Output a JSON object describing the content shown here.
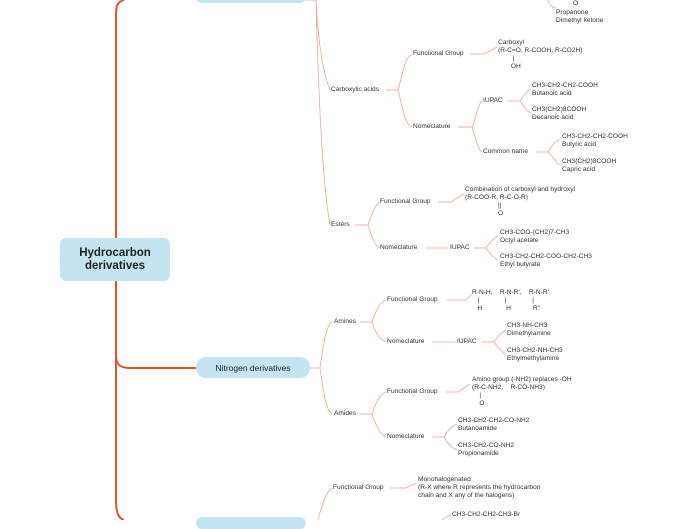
{
  "colors": {
    "root_fill": "#c5e4f2",
    "main_line": "#e8502e",
    "sub_line": "#f2a494",
    "text": "#333333"
  },
  "root": {
    "title": "Hydrocarbon\nderivatives"
  },
  "top_fragment": {
    "tail": "O",
    "name": "Propanone",
    "common": "Dimethyl ketone"
  },
  "carboxylic": {
    "label": "Carboxylic acids",
    "functional_group": {
      "label": "Functional Group",
      "text": "Carboxyl\n(R-C=O, R-COOH, R-CO2H)\n        |\n       OH"
    },
    "nomenclature": {
      "label": "Nomeclature",
      "iupac": {
        "label": "IUPAC",
        "items": [
          "CH3-CH2-CH2-COOH\nButanoic acid",
          "CH3(CH2)8COOH\nDecanoic acid"
        ]
      },
      "common": {
        "label": "Common name",
        "items": [
          "CH3-CH2-CH2-COOH\nButyric acid",
          "CH3(CH2)8COOH\nCapric acid"
        ]
      }
    }
  },
  "esters": {
    "label": "Esters",
    "functional_group": {
      "label": "Functional Group",
      "text": "Combination of carboxyl and hydroxyl\n(R-COO-R, R-C-O-R)\n                  ||\n                  O"
    },
    "nomenclature": {
      "label": "Nomeclature",
      "iupac": {
        "label": "IUPAC",
        "items": [
          "CH3-COO-(CH2)7-CH3\nOctyl acetate",
          "CH3-CH2-CH2-COO-CH2-CH3\nEthyl butyrate"
        ]
      }
    }
  },
  "nitrogen": {
    "label": "Nitrogen derivatives",
    "amines": {
      "label": "Amines",
      "functional_group": {
        "label": "Functional Group",
        "text": "R-N-H,    R-N-R',    R-N-R'\n   |              |              |\n   H             H            R''"
      },
      "nomenclature": {
        "label": "Nomeclature",
        "iupac": {
          "label": "IUPAC",
          "items": [
            "CH3-NH-CH3\nDimethylamine",
            "CH3-CH2-NH-CH3\nEthylmethylamine"
          ]
        }
      }
    },
    "amides": {
      "label": "Amides",
      "functional_group": {
        "label": "Functional Group",
        "text": "Amino group (-NH2) replaces -OH\n(R-C-NH2,    R-CO-NH3)\n    |\n    O"
      },
      "nomenclature": {
        "label": "Nomeclature",
        "items": [
          "CH3-CH2-CH2-CO-NH2\nButanoamide",
          "CH3-CH2-CO-NH2\nPropionamide"
        ]
      }
    }
  },
  "halogen_fragment": {
    "functional_group": {
      "label": "Functional Group",
      "text": "Monohalogenated\n(R-X where R represents the hydrocarbon\nchain and X any of the halogens)"
    },
    "item": "CH3-CH2-CH2-CH3-Br"
  }
}
